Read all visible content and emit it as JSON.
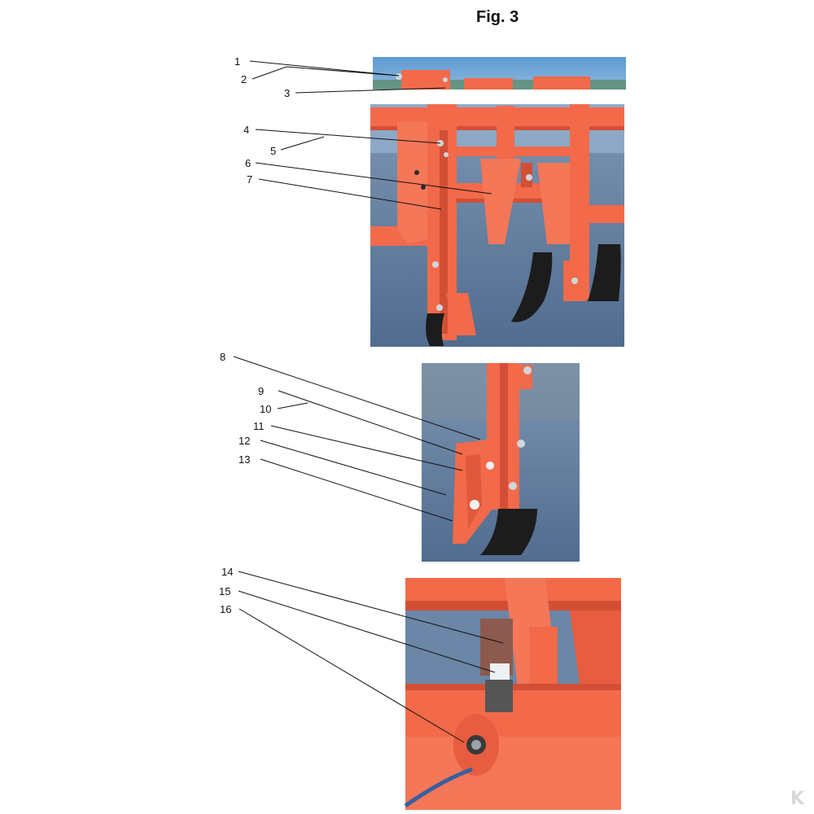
{
  "figure_title": "Fig. 3",
  "brand_mark": "K",
  "callouts": [
    "1",
    "2",
    "3",
    "4",
    "5",
    "6",
    "7",
    "8",
    "9",
    "10",
    "11",
    "12",
    "13",
    "14",
    "15",
    "16"
  ],
  "colors": {
    "frame_orange": "#f26a4a",
    "frame_dark": "#d24f35",
    "sky": "#6fa7d6",
    "asphalt": "#6b86a6",
    "tine_black": "#1c1c1c",
    "bolt_grey": "#cfd6dc"
  }
}
